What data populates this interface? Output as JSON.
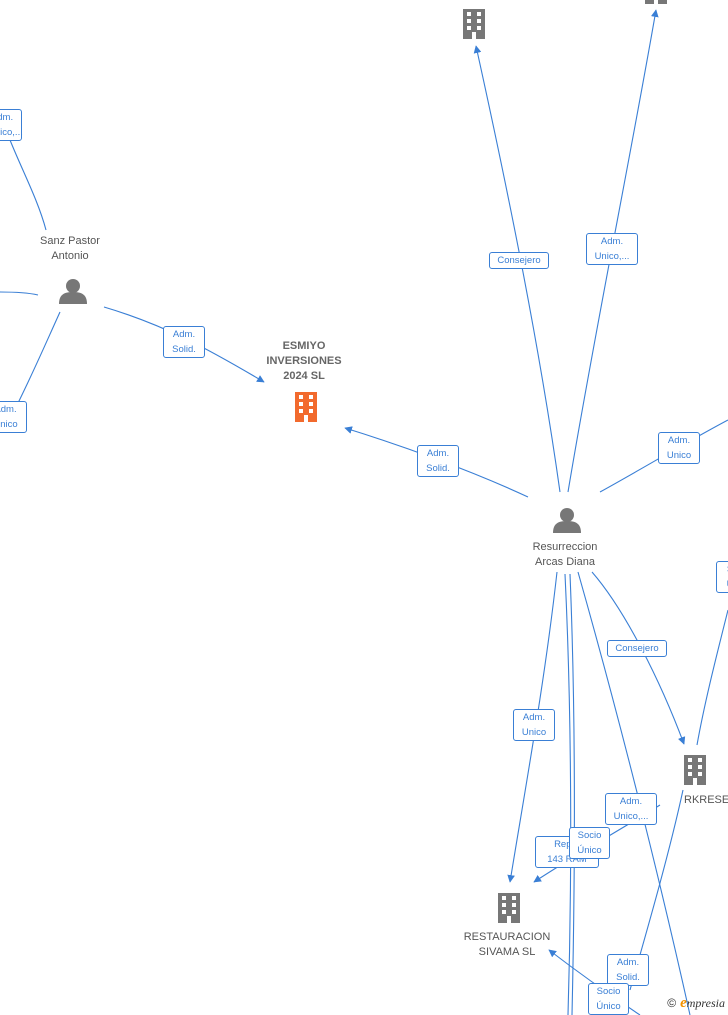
{
  "nodes": {
    "esmiyo": {
      "label": "ESMIYO\nINVERSIONES\n2024  SL"
    },
    "sanz": {
      "label": "Sanz Pastor\nAntonio"
    },
    "resurreccion": {
      "label": "Resurreccion\nArcas Diana"
    },
    "restauracion": {
      "label": "RESTAURACION\nSIVAMA  SL"
    },
    "rkresearch": {
      "label": "RKRESEARCH"
    }
  },
  "edges": {
    "sanz_top": "Adm.\nUnico,...",
    "sanz_esmiyo": "Adm.\nSolid.",
    "sanz_left": "Adm.\nUnico",
    "res_esmiyo": "Adm.\nSolid.",
    "res_consejero_top": "Consejero",
    "res_admunico_top": "Adm.\nUnico,...",
    "res_admunico_right": "Adm.\nUnico",
    "right_edge": "S\nU",
    "res_consejero_rk": "Consejero",
    "res_admunico_rest": "Adm.\nUnico",
    "repre": "Repre\n143 RAM",
    "socio_unico_1": "Socio\nÚnico",
    "adm_unico_rk": "Adm.\nUnico,...",
    "adm_solid_bottom": "Adm.\nSolid.",
    "socio_unico_2": "Socio\nÚnico"
  },
  "brand": {
    "copyright": "©",
    "e": "e",
    "name": "mpresia"
  },
  "colors": {
    "edge": "#3a7fd5",
    "building": "#777777",
    "focus_building": "#f26a2d",
    "person": "#777777"
  }
}
